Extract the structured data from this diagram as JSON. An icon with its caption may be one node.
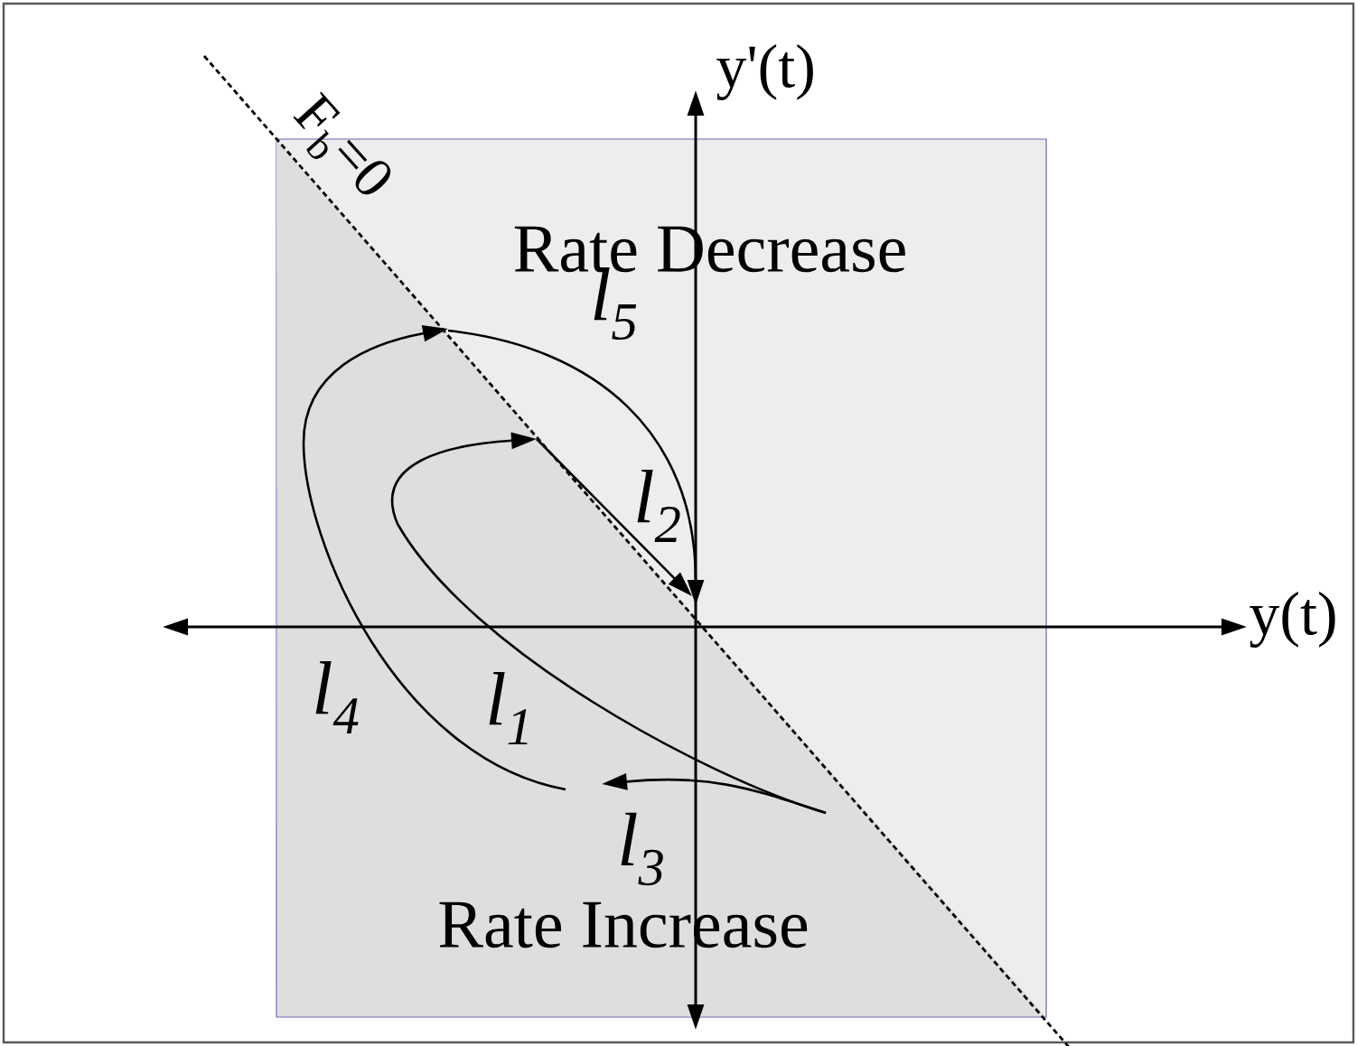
{
  "diagram": {
    "labels": [
      "y'(t)",
      "y(t)",
      "F$_{b}$=0",
      "Rate Decrease",
      "Rate Increase",
      "l$_{5}$",
      "l$_{2}$",
      "l$_{4}$",
      "l$_{1}$",
      "l$_{3}$"
    ]
  }
}
